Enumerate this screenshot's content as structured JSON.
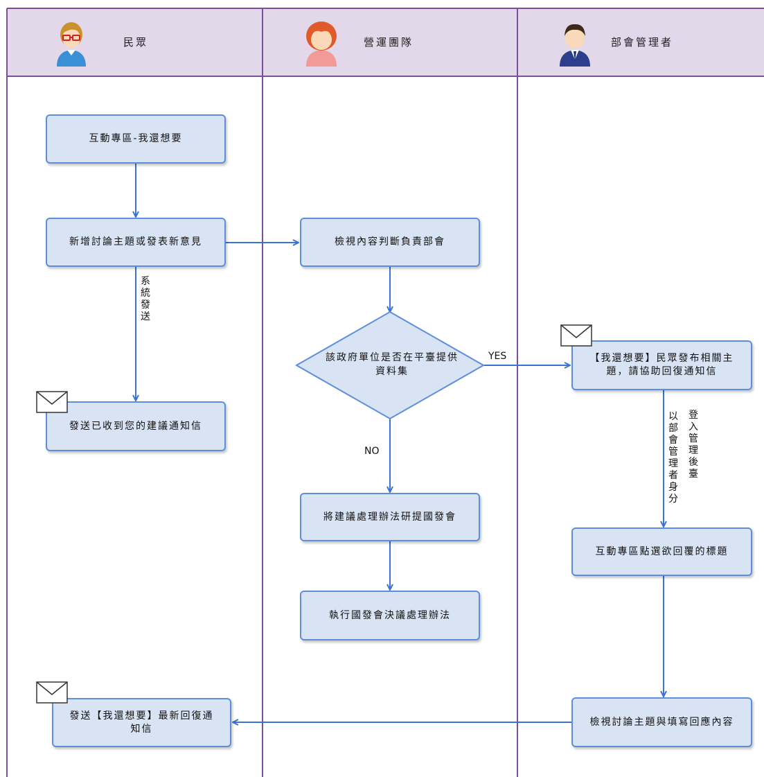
{
  "lanes": [
    {
      "title": "民眾"
    },
    {
      "title": "營運團隊"
    },
    {
      "title": "部會管理者"
    }
  ],
  "nodes": {
    "interactive_zone": "互動專區-我還想要",
    "add_topic": "新增討論主題或發表新意見",
    "notify_received": "發送已收到您的建議通知信",
    "notify_reply": "發送【我還想要】最新回復通知信",
    "review_content": "檢視內容判斷負責部會",
    "decision": "該政府單位是否在平臺提供資料集",
    "submit_ndc": "將建議處理辦法研提國發會",
    "execute_ndc": "執行國發會決議處理辦法",
    "notify_ministry": "【我還想要】民眾發布相關主題，請協助回復通知信",
    "select_topic": "互動專區點選欲回覆的標題",
    "review_reply": "檢視討論主題與填寫回應內容"
  },
  "edge_labels": {
    "system_send": "系統發送",
    "yes": "YES",
    "no": "NO",
    "login_col1": "以部會管理者身分",
    "login_col2": "登入管理後臺"
  },
  "icons": {
    "lane1_avatar": "person-with-glasses-icon",
    "lane2_avatar": "person-red-hair-icon",
    "lane3_avatar": "person-in-suit-icon",
    "envelope": "envelope-icon"
  },
  "colors": {
    "lane_header": "#e3d7ea",
    "lane_border": "#7b4f9e",
    "node_fill": "#d8e3f3",
    "node_border": "#5b8fdc",
    "edge": "#3a72d6"
  }
}
